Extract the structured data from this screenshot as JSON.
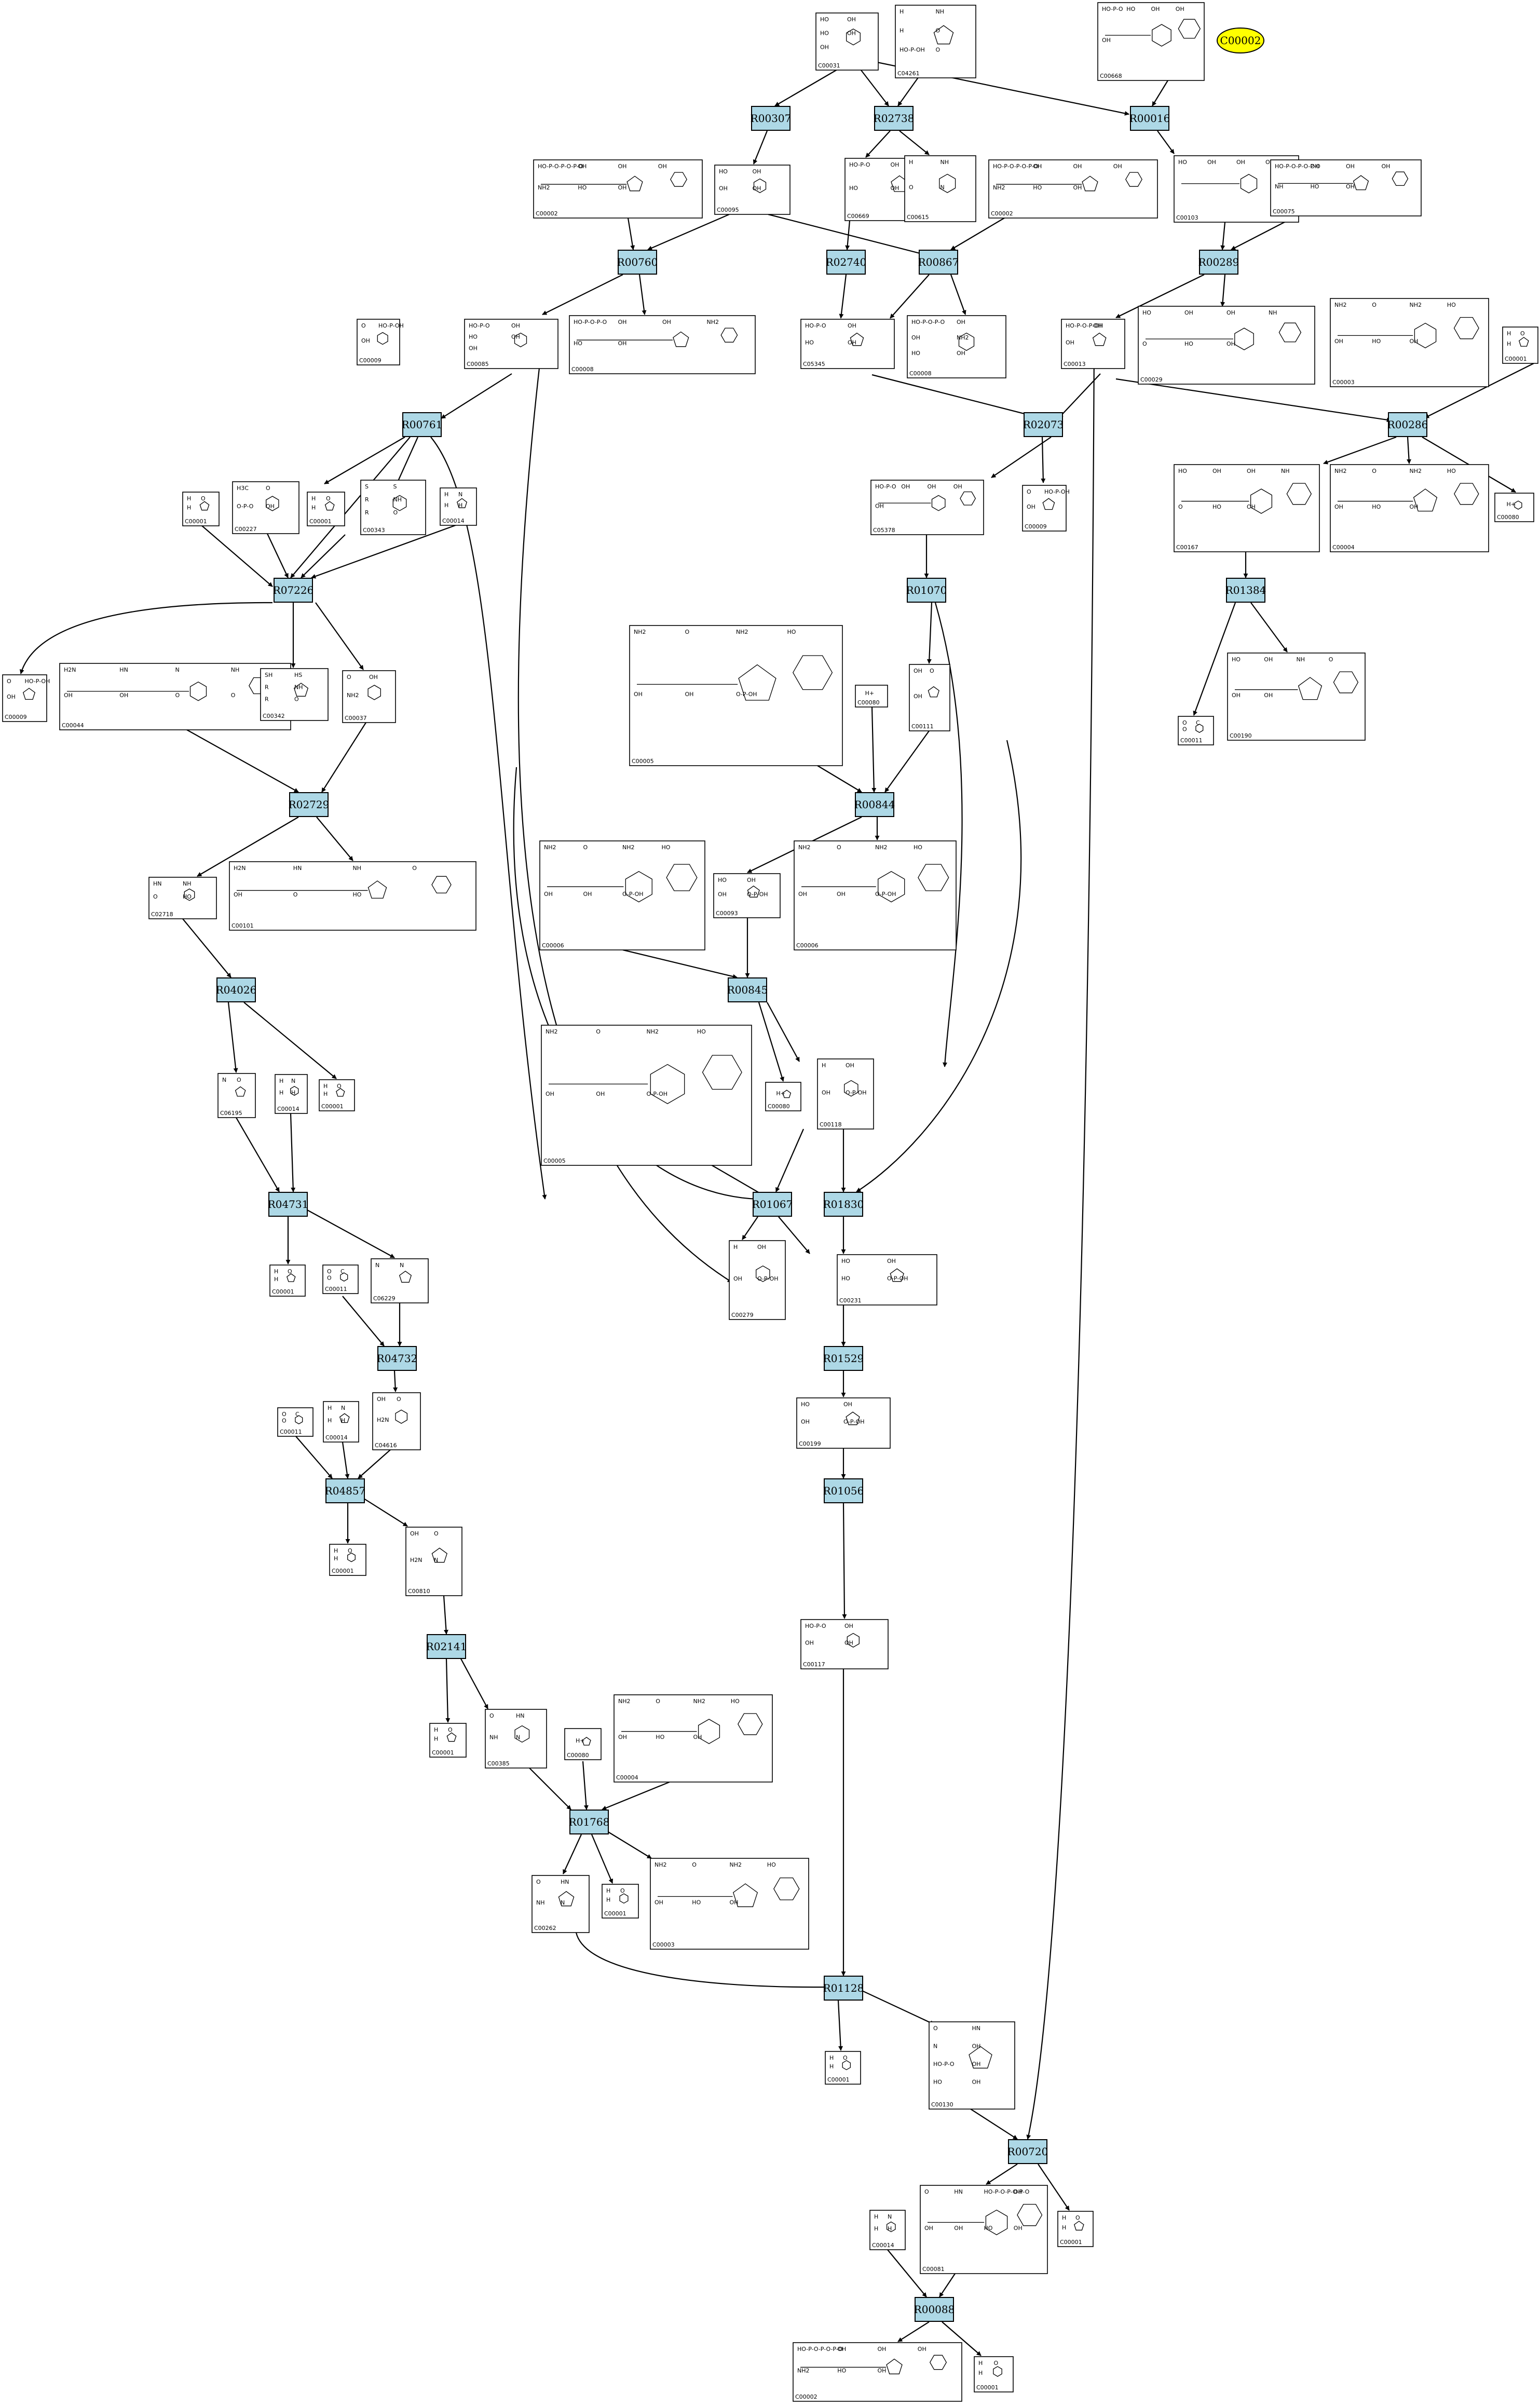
{
  "highlight": {
    "id": "C00002",
    "color": "#ffff00"
  },
  "colors": {
    "reaction_fill": "#add8e6",
    "compound_fill": "#ffffff",
    "edge": "#000000"
  },
  "reactions": [
    {
      "id": "R00307"
    },
    {
      "id": "R02738"
    },
    {
      "id": "R00016"
    },
    {
      "id": "R00760"
    },
    {
      "id": "R02740"
    },
    {
      "id": "R00867"
    },
    {
      "id": "R00289"
    },
    {
      "id": "R00761"
    },
    {
      "id": "R02073"
    },
    {
      "id": "R00286"
    },
    {
      "id": "R07226"
    },
    {
      "id": "R01070"
    },
    {
      "id": "R01384"
    },
    {
      "id": "R02729"
    },
    {
      "id": "R00844"
    },
    {
      "id": "R04026"
    },
    {
      "id": "R00845"
    },
    {
      "id": "R04731"
    },
    {
      "id": "R01067"
    },
    {
      "id": "R01830"
    },
    {
      "id": "R04732"
    },
    {
      "id": "R01529"
    },
    {
      "id": "R04857"
    },
    {
      "id": "R01056"
    },
    {
      "id": "R02141"
    },
    {
      "id": "R01768"
    },
    {
      "id": "R01128"
    },
    {
      "id": "R00720"
    },
    {
      "id": "R00088"
    }
  ],
  "compounds": [
    {
      "id": "C00031",
      "atoms": [
        "HO",
        "OH",
        "HO",
        "OH",
        "OH"
      ]
    },
    {
      "id": "C04261",
      "atoms": [
        "H",
        "NH",
        "H",
        "O",
        "HO-P-OH",
        "O"
      ]
    },
    {
      "id": "C00668",
      "atoms": [
        "HO-P-O",
        "HO",
        "OH",
        "OH",
        "OH"
      ]
    },
    {
      "id": "C00002",
      "atoms": [
        "HO-P-O-P-O-P-O",
        "OH",
        "OH",
        "OH",
        "NH2",
        "HO",
        "OH"
      ]
    },
    {
      "id": "C00095",
      "atoms": [
        "HO",
        "OH",
        "OH",
        "OH"
      ]
    },
    {
      "id": "C00669",
      "atoms": [
        "HO-P-O",
        "OH",
        "HO",
        "OH"
      ]
    },
    {
      "id": "C00615",
      "atoms": [
        "H",
        "NH",
        "O",
        "N"
      ]
    },
    {
      "id": "C00002",
      "atoms": [
        "HO-P-O-P-O-P-O",
        "OH",
        "OH",
        "OH",
        "NH2",
        "HO",
        "OH"
      ]
    },
    {
      "id": "C00103",
      "atoms": [
        "HO",
        "OH",
        "OH",
        "OH"
      ]
    },
    {
      "id": "C00075",
      "atoms": [
        "HO-P-O-P-O-P-O",
        "OH",
        "OH",
        "OH",
        "NH",
        "HO",
        "OH"
      ]
    },
    {
      "id": "C00085",
      "atoms": [
        "HO-P-O",
        "OH",
        "HO",
        "OH",
        "OH"
      ]
    },
    {
      "id": "C00008",
      "atoms": [
        "HO-P-O-P-O",
        "OH",
        "OH",
        "NH2",
        "HO",
        "OH"
      ]
    },
    {
      "id": "C00009",
      "atoms": [
        "O",
        "HO-P-OH",
        "OH"
      ]
    },
    {
      "id": "C05345",
      "atoms": [
        "HO-P-O",
        "OH",
        "HO",
        "OH"
      ]
    },
    {
      "id": "C00008",
      "atoms": [
        "HO-P-O-P-O",
        "OH",
        "OH",
        "NH2",
        "HO",
        "OH"
      ]
    },
    {
      "id": "C00013",
      "atoms": [
        "HO-P-O-P-OH",
        "OH",
        "OH"
      ]
    },
    {
      "id": "C00029",
      "atoms": [
        "HO",
        "OH",
        "OH",
        "NH",
        "O",
        "HO",
        "OH"
      ]
    },
    {
      "id": "C00001",
      "atoms": [
        "H",
        "O",
        "H"
      ]
    },
    {
      "id": "C00003",
      "atoms": [
        "NH2",
        "O",
        "NH2",
        "HO",
        "OH",
        "HO",
        "OH"
      ]
    },
    {
      "id": "C00001",
      "atoms": [
        "H",
        "O",
        "H"
      ]
    },
    {
      "id": "C00227",
      "atoms": [
        "H3C",
        "O",
        "O-P-O",
        "OH"
      ]
    },
    {
      "id": "C00001",
      "atoms": [
        "H",
        "O",
        "H"
      ]
    },
    {
      "id": "C00343",
      "atoms": [
        "S",
        "S",
        "R",
        "NH",
        "R",
        "O"
      ]
    },
    {
      "id": "C00014",
      "atoms": [
        "H",
        "N",
        "H",
        "H"
      ]
    },
    {
      "id": "C05378",
      "atoms": [
        "HO-P-O",
        "OH",
        "OH",
        "OH",
        "OH"
      ]
    },
    {
      "id": "C00009",
      "atoms": [
        "O",
        "HO-P-OH",
        "OH"
      ]
    },
    {
      "id": "C00167",
      "atoms": [
        "HO",
        "OH",
        "OH",
        "NH",
        "O",
        "HO",
        "OH"
      ]
    },
    {
      "id": "C00004",
      "atoms": [
        "NH2",
        "O",
        "NH2",
        "HO",
        "OH",
        "HO",
        "OH"
      ]
    },
    {
      "id": "C00080",
      "atoms": [
        "H+"
      ]
    },
    {
      "id": "C00009",
      "atoms": [
        "O",
        "HO-P-OH",
        "OH"
      ]
    },
    {
      "id": "C00044",
      "atoms": [
        "H2N",
        "HN",
        "N",
        "NH",
        "OH",
        "OH",
        "O",
        "O"
      ]
    },
    {
      "id": "C00342",
      "atoms": [
        "SH",
        "HS",
        "R",
        "NH",
        "R",
        "O"
      ]
    },
    {
      "id": "C00037",
      "atoms": [
        "O",
        "OH",
        "NH2"
      ]
    },
    {
      "id": "C00005",
      "atoms": [
        "NH2",
        "O",
        "NH2",
        "HO",
        "OH",
        "OH",
        "O-P-OH"
      ]
    },
    {
      "id": "C00080",
      "atoms": [
        "H+"
      ]
    },
    {
      "id": "C00111",
      "atoms": [
        "OH",
        "O",
        "OH"
      ]
    },
    {
      "id": "C00011",
      "atoms": [
        "O",
        "C",
        "O"
      ]
    },
    {
      "id": "C00190",
      "atoms": [
        "HO",
        "OH",
        "NH",
        "O",
        "OH",
        "OH"
      ]
    },
    {
      "id": "C02718",
      "atoms": [
        "HN",
        "NH",
        "O",
        "HO"
      ]
    },
    {
      "id": "C00101",
      "atoms": [
        "H2N",
        "HN",
        "NH",
        "O",
        "OH",
        "O",
        "HO"
      ]
    },
    {
      "id": "C00006",
      "atoms": [
        "NH2",
        "O",
        "NH2",
        "HO",
        "OH",
        "OH",
        "O-P-OH"
      ]
    },
    {
      "id": "C00093",
      "atoms": [
        "HO",
        "OH",
        "OH",
        "O-P-OH"
      ]
    },
    {
      "id": "C00006",
      "atoms": [
        "NH2",
        "O",
        "NH2",
        "HO",
        "OH",
        "OH",
        "O-P-OH"
      ]
    },
    {
      "id": "C06195",
      "atoms": [
        "N",
        "O"
      ]
    },
    {
      "id": "C00014",
      "atoms": [
        "H",
        "N",
        "H",
        "H"
      ]
    },
    {
      "id": "C00001",
      "atoms": [
        "H",
        "O",
        "H"
      ]
    },
    {
      "id": "C00005",
      "atoms": [
        "NH2",
        "O",
        "NH2",
        "HO",
        "OH",
        "OH",
        "O-P-OH"
      ]
    },
    {
      "id": "C00080",
      "atoms": [
        "H+"
      ]
    },
    {
      "id": "C00118",
      "atoms": [
        "H",
        "OH",
        "OH",
        "O-P-OH"
      ]
    },
    {
      "id": "C00001",
      "atoms": [
        "H",
        "O",
        "H"
      ]
    },
    {
      "id": "C00011",
      "atoms": [
        "O",
        "C",
        "O"
      ]
    },
    {
      "id": "C06229",
      "atoms": [
        "N",
        "N"
      ]
    },
    {
      "id": "C00279",
      "atoms": [
        "H",
        "OH",
        "OH",
        "O-P-OH"
      ]
    },
    {
      "id": "C00231",
      "atoms": [
        "HO",
        "OH",
        "HO",
        "O-P-OH"
      ]
    },
    {
      "id": "C00011",
      "atoms": [
        "O",
        "C",
        "O"
      ]
    },
    {
      "id": "C00014",
      "atoms": [
        "H",
        "N",
        "H",
        "H"
      ]
    },
    {
      "id": "C04616",
      "atoms": [
        "OH",
        "O",
        "H2N"
      ]
    },
    {
      "id": "C00199",
      "atoms": [
        "HO",
        "OH",
        "OH",
        "O-P-OH"
      ]
    },
    {
      "id": "C00001",
      "atoms": [
        "H",
        "O",
        "H"
      ]
    },
    {
      "id": "C00810",
      "atoms": [
        "OH",
        "O",
        "H2N",
        "N"
      ]
    },
    {
      "id": "C00117",
      "atoms": [
        "HO-P-O",
        "OH",
        "OH",
        "OH"
      ]
    },
    {
      "id": "C00001",
      "atoms": [
        "H",
        "O",
        "H"
      ]
    },
    {
      "id": "C00385",
      "atoms": [
        "O",
        "HN",
        "NH",
        "N"
      ]
    },
    {
      "id": "C00080",
      "atoms": [
        "H+"
      ]
    },
    {
      "id": "C00004",
      "atoms": [
        "NH2",
        "O",
        "NH2",
        "HO",
        "OH",
        "HO",
        "OH"
      ]
    },
    {
      "id": "C00262",
      "atoms": [
        "O",
        "HN",
        "NH",
        "N"
      ]
    },
    {
      "id": "C00001",
      "atoms": [
        "H",
        "O",
        "H"
      ]
    },
    {
      "id": "C00003",
      "atoms": [
        "NH2",
        "O",
        "NH2",
        "HO",
        "OH",
        "HO",
        "OH"
      ]
    },
    {
      "id": "C00001",
      "atoms": [
        "H",
        "O",
        "H"
      ]
    },
    {
      "id": "C00130",
      "atoms": [
        "O",
        "HN",
        "N",
        "OH",
        "HO-P-O",
        "OH",
        "HO",
        "OH"
      ]
    },
    {
      "id": "C00014",
      "atoms": [
        "H",
        "N",
        "H",
        "H"
      ]
    },
    {
      "id": "C00001",
      "atoms": [
        "H",
        "O",
        "H"
      ]
    },
    {
      "id": "C00081",
      "atoms": [
        "O",
        "HN",
        "HO-P-O-P-O-P-O",
        "OH",
        "OH",
        "OH",
        "HO",
        "OH"
      ]
    },
    {
      "id": "C00002",
      "atoms": [
        "HO-P-O-P-O-P-O",
        "OH",
        "OH",
        "OH",
        "NH2",
        "HO",
        "OH"
      ]
    },
    {
      "id": "C00001",
      "atoms": [
        "H",
        "O",
        "H"
      ]
    }
  ]
}
